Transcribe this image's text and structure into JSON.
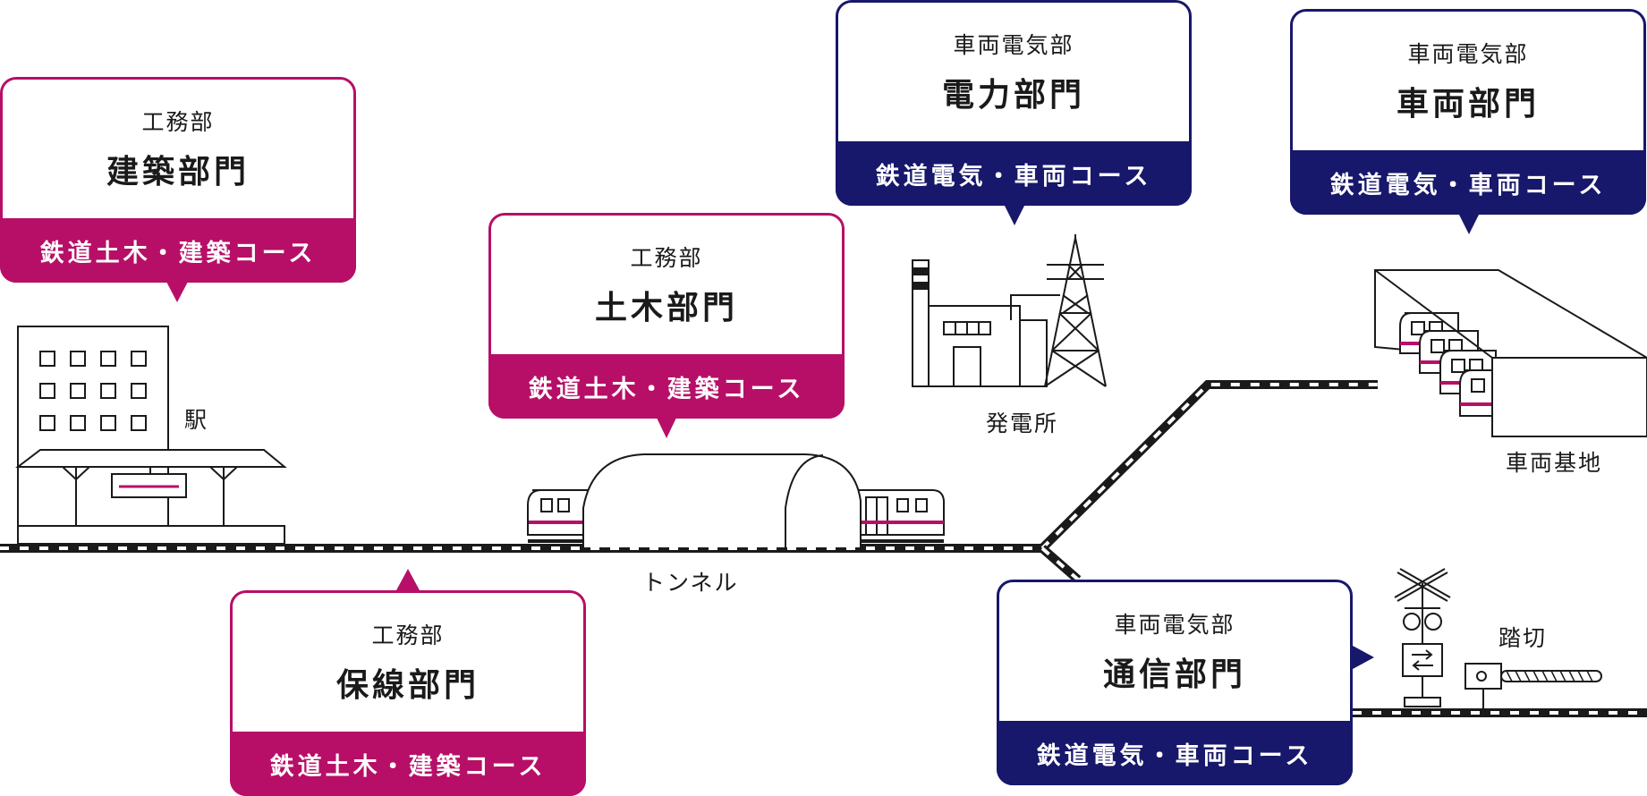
{
  "colors": {
    "magenta": "#b70f67",
    "navy": "#17176b",
    "line": "#1a1a1a",
    "train_stripe": "#b70f67"
  },
  "callouts": {
    "kenchiku": {
      "dept": "工務部",
      "section": "建築部門",
      "course": "鉄道土木・建築コース"
    },
    "doboku": {
      "dept": "工務部",
      "section": "土木部門",
      "course": "鉄道土木・建築コース"
    },
    "hosen": {
      "dept": "工務部",
      "section": "保線部門",
      "course": "鉄道土木・建築コース"
    },
    "denryoku": {
      "dept": "車両電気部",
      "section": "電力部門",
      "course": "鉄道電気・車両コース"
    },
    "sharyo": {
      "dept": "車両電気部",
      "section": "車両部門",
      "course": "鉄道電気・車両コース"
    },
    "tsushin": {
      "dept": "車両電気部",
      "section": "通信部門",
      "course": "鉄道電気・車両コース"
    }
  },
  "places": {
    "station": "駅",
    "tunnel": "トンネル",
    "power_plant": "発電所",
    "depot": "車両基地",
    "crossing": "踏切"
  }
}
